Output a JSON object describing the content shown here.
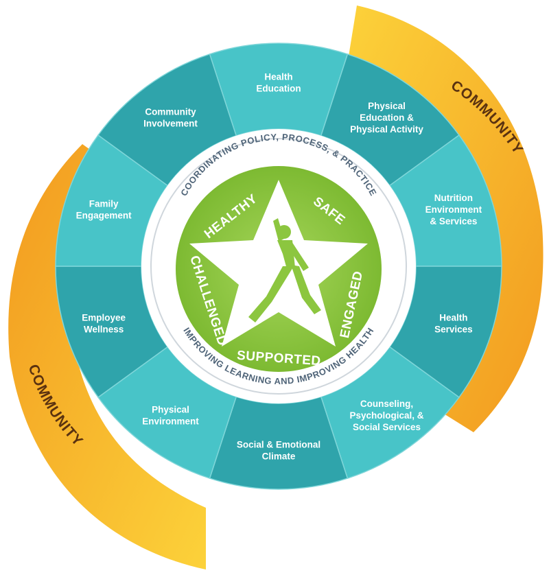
{
  "community": [
    "COMMUNITY",
    "COMMUNITY"
  ],
  "inner_ring": {
    "top": "COORDINATING POLICY, PROCESS, & PRACTICE",
    "bottom": "IMPROVING LEARNING AND IMPROVING HEALTH"
  },
  "star_words": {
    "healthy": "HEALTHY",
    "safe": "SAFE",
    "engaged": "ENGAGED",
    "supported": "SUPPORTED",
    "challenged": "CHALLENGED"
  },
  "sectors": [
    {
      "lines": [
        "Health",
        "Education"
      ]
    },
    {
      "lines": [
        "Physical",
        "Education &",
        "Physical Activity"
      ]
    },
    {
      "lines": [
        "Nutrition",
        "Environment",
        "& Services"
      ]
    },
    {
      "lines": [
        "Health",
        "Services"
      ]
    },
    {
      "lines": [
        "Counseling,",
        "Psychological, &",
        "Social Services"
      ]
    },
    {
      "lines": [
        "Social & Emotional",
        "Climate"
      ]
    },
    {
      "lines": [
        "Physical",
        "Environment"
      ]
    },
    {
      "lines": [
        "Employee",
        "Wellness"
      ]
    },
    {
      "lines": [
        "Family",
        "Engagement"
      ]
    },
    {
      "lines": [
        "Community",
        "Involvement"
      ]
    }
  ],
  "colors": {
    "community_band": "#f7a823",
    "community_band_light": "#fcd23a",
    "sector_teal": "#48c4c8",
    "sector_teal_dark": "#2fa4ab",
    "inner_green": "#8cc63f",
    "ring_text": "#4f6478"
  },
  "icons": {
    "center_figure": "jumping-person-icon"
  }
}
